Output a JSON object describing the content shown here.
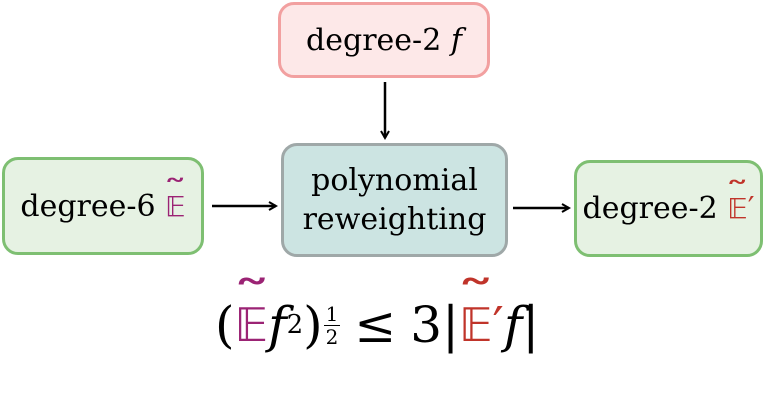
{
  "colors": {
    "purple": "#9b2374",
    "red": "#c0342a",
    "top_fill": "#fde8e8",
    "top_border": "#f2a0a0",
    "center_fill": "#cce4e2",
    "center_border": "#9fa8a8",
    "side_fill": "#e6f2e3",
    "side_border": "#7ebf72"
  },
  "top_box": {
    "text": "degree-2",
    "var": "f"
  },
  "center_box": {
    "line1": "polynomial",
    "line2": "reweighting"
  },
  "left_box": {
    "text": "degree-6",
    "symbol": "𝔼"
  },
  "right_box": {
    "text": "degree-2",
    "symbol": "𝔼",
    "prime": "′"
  },
  "formula": {
    "open_paren": "(",
    "E": "𝔼",
    "f": "f",
    "square": "2",
    "close_paren": ")",
    "exp_num": "1",
    "exp_den": "2",
    "leq": "≤",
    "coeff": "3",
    "bar": "|",
    "E2": "𝔼",
    "prime": "′",
    "f2": "f",
    "bar2": "|"
  }
}
